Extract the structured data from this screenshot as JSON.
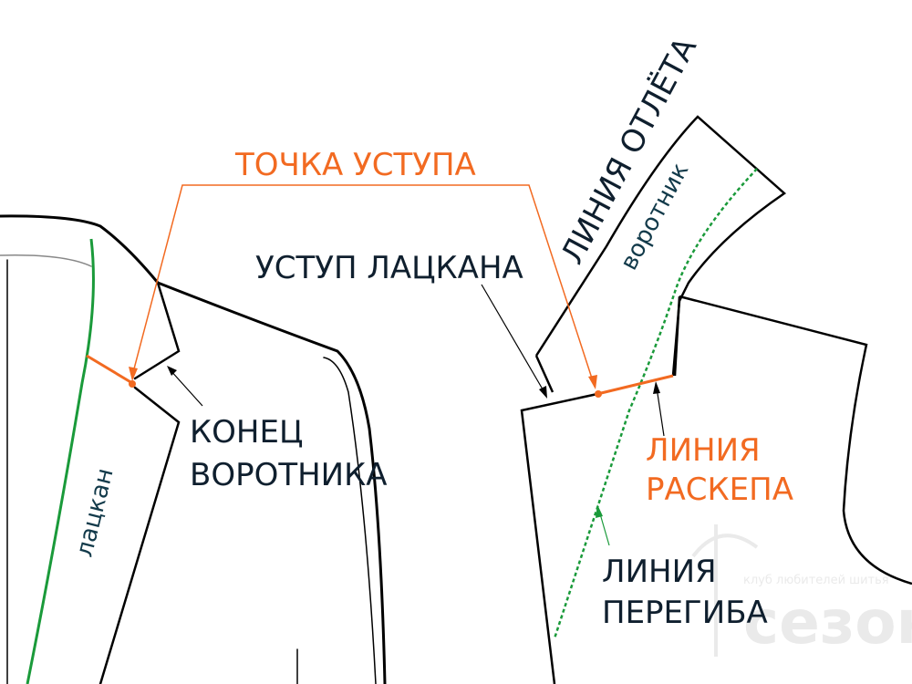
{
  "labels": {
    "tochka_ustupa": "ТОЧКА УСТУПА",
    "ustup_lackana": "УСТУП ЛАЦКАНА",
    "konec_line1": "КОНЕЦ",
    "konec_line2": "ВОРОТНИКА",
    "liniya_otleta": "ЛИНИЯ ОТЛЁТА",
    "vorotnik": "воротник",
    "lackan": "лацкан",
    "raskep_line1": "ЛИНИЯ",
    "raskep_line2": "РАСКЕПА",
    "peregib_line1": "ЛИНИЯ",
    "peregib_line2": "ПЕРЕГИБА"
  },
  "watermark": {
    "subtitle": "клуб любителей шитья",
    "brand": "сезон"
  },
  "colors": {
    "outline": "#000000",
    "accent_orange": "#f26a21",
    "fold_green": "#1a9a3a",
    "text_dark": "#0f1f2e"
  }
}
